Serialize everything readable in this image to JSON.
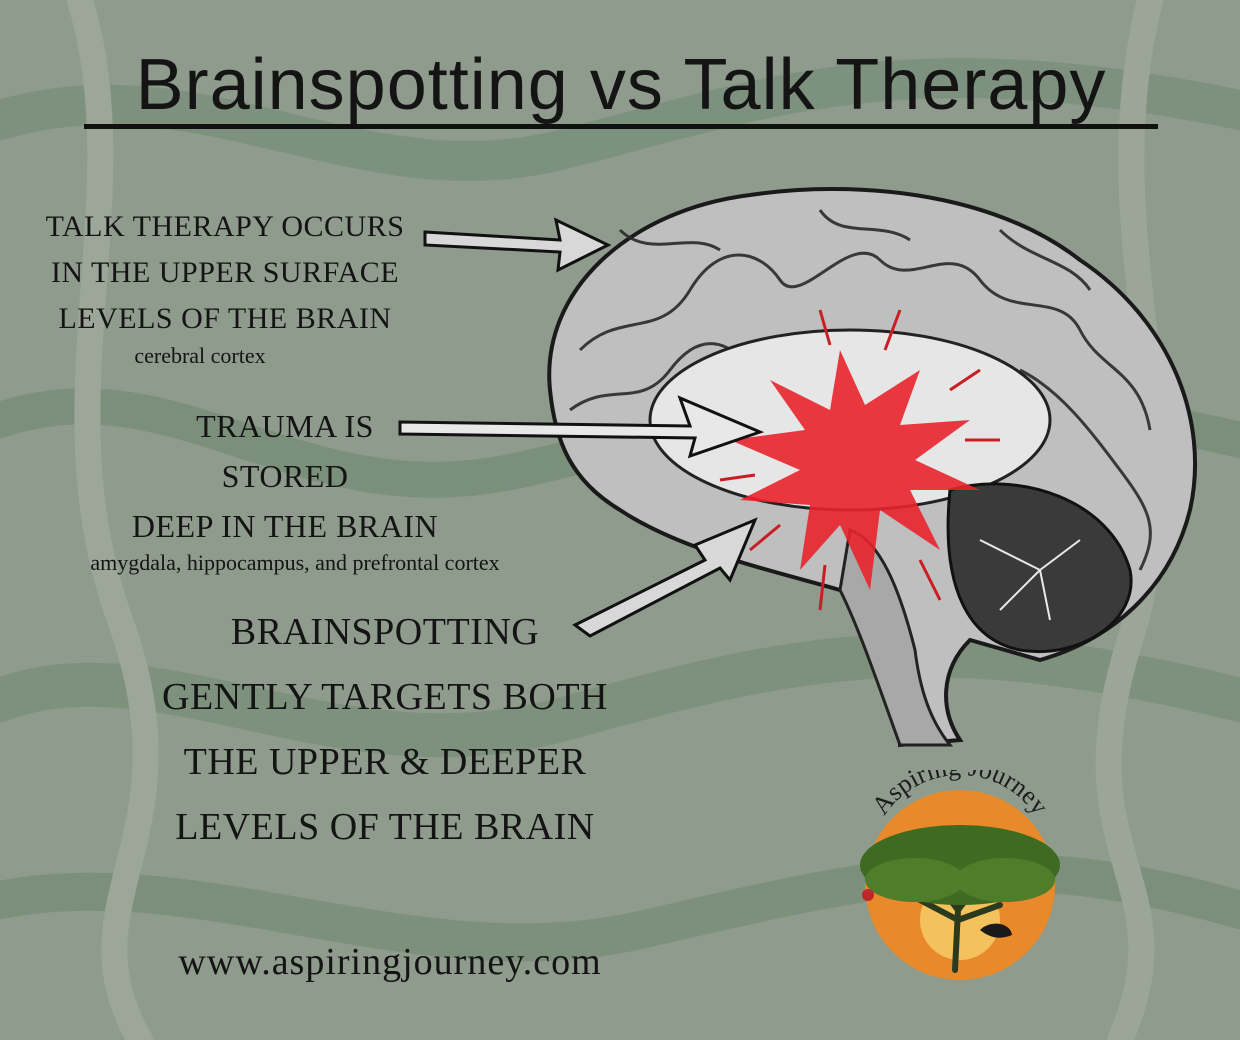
{
  "title": "Brainspotting vs Talk Therapy",
  "talk_therapy": {
    "line1": "TALK THERAPY OCCURS",
    "line2": "IN THE UPPER SURFACE",
    "line3": "LEVELS OF THE BRAIN",
    "sub": "cerebral cortex"
  },
  "trauma": {
    "line1": "TRAUMA  IS",
    "line2": "STORED",
    "line3": "DEEP IN THE BRAIN",
    "sub": "amygdala, hippocampus, and prefrontal cortex"
  },
  "brainspotting": {
    "line1": "BRAINSPOTTING",
    "line2": "GENTLY TARGETS BOTH",
    "line3": "THE UPPER & DEEPER",
    "line4": "LEVELS OF THE BRAIN"
  },
  "website": "www.aspiringjourney.com",
  "logo": {
    "text": "Aspiring Journey",
    "icon": "tree-sunset-logo"
  },
  "colors": {
    "background": "#8e9a8c",
    "highlight": "#e8242c",
    "logo_orange": "#e98a2a"
  }
}
